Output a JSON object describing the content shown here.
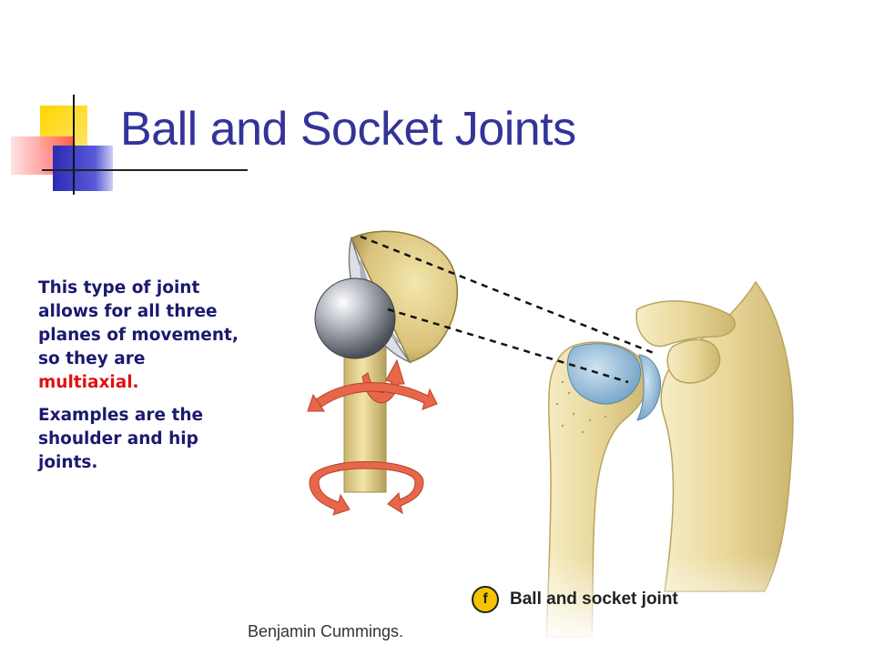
{
  "slide": {
    "title": "Ball and Socket Joints",
    "paragraph1_text": "This type of joint allows for all three planes of movement, so they are ",
    "paragraph1_highlight": "multiaxial.",
    "paragraph2_text": "Examples are the shoulder and hip joints."
  },
  "figure": {
    "badge_letter": "f",
    "caption": "Ball and socket joint",
    "credit": "Benjamin Cummings."
  },
  "colors": {
    "title": "#33339a",
    "body_text": "#1a1a6e",
    "highlight": "#e01010",
    "bone": "#e9d79a",
    "cartilage": "#8ab6d6",
    "arrow": "#e8674a",
    "badge": "#f5c400"
  },
  "icons": {
    "corner_decoration": "colored-squares-decoration",
    "rotation_arrows": "circular-arrows-icon"
  }
}
